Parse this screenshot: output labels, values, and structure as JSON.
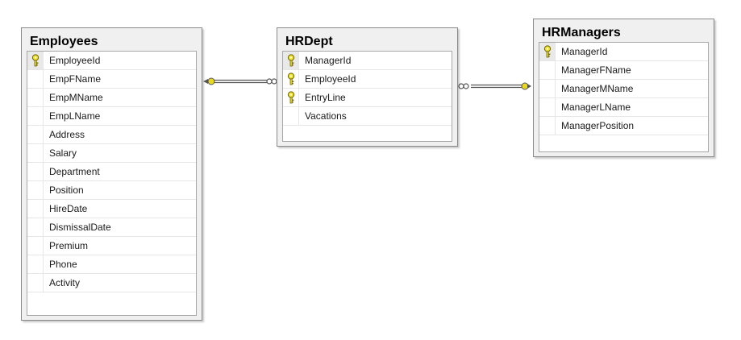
{
  "tables": {
    "employees": {
      "title": "Employees",
      "columns": [
        {
          "name": "EmployeeId",
          "key": true
        },
        {
          "name": "EmpFName",
          "key": false
        },
        {
          "name": "EmpMName",
          "key": false
        },
        {
          "name": "EmpLName",
          "key": false
        },
        {
          "name": "Address",
          "key": false
        },
        {
          "name": "Salary",
          "key": false
        },
        {
          "name": "Department",
          "key": false
        },
        {
          "name": "Position",
          "key": false
        },
        {
          "name": "HireDate",
          "key": false
        },
        {
          "name": "DismissalDate",
          "key": false
        },
        {
          "name": "Premium",
          "key": false
        },
        {
          "name": "Phone",
          "key": false
        },
        {
          "name": "Activity",
          "key": false
        }
      ]
    },
    "hrdept": {
      "title": "HRDept",
      "columns": [
        {
          "name": "ManagerId",
          "key": true
        },
        {
          "name": "EmployeeId",
          "key": true
        },
        {
          "name": "EntryLine",
          "key": true
        },
        {
          "name": "Vacations",
          "key": false
        }
      ]
    },
    "hrmanagers": {
      "title": "HRManagers",
      "columns": [
        {
          "name": "ManagerId",
          "key": true
        },
        {
          "name": "ManagerFName",
          "key": false
        },
        {
          "name": "ManagerMName",
          "key": false
        },
        {
          "name": "ManagerLName",
          "key": false
        },
        {
          "name": "ManagerPosition",
          "key": false
        }
      ]
    }
  },
  "relationships": [
    {
      "from_table": "Employees",
      "to_table": "HRDept",
      "one_end": "Employees",
      "many_end": "HRDept"
    },
    {
      "from_table": "HRDept",
      "to_table": "HRManagers",
      "one_end": "HRManagers",
      "many_end": "HRDept"
    }
  ],
  "colors": {
    "key_fill": "#f2e42a",
    "key_stroke": "#6b6000",
    "connector": "#555555",
    "connector_key": "#e8d820"
  },
  "icons": {
    "primary_key": "key-icon",
    "one_end": "key-connector-icon",
    "many_end": "infinity-icon"
  }
}
